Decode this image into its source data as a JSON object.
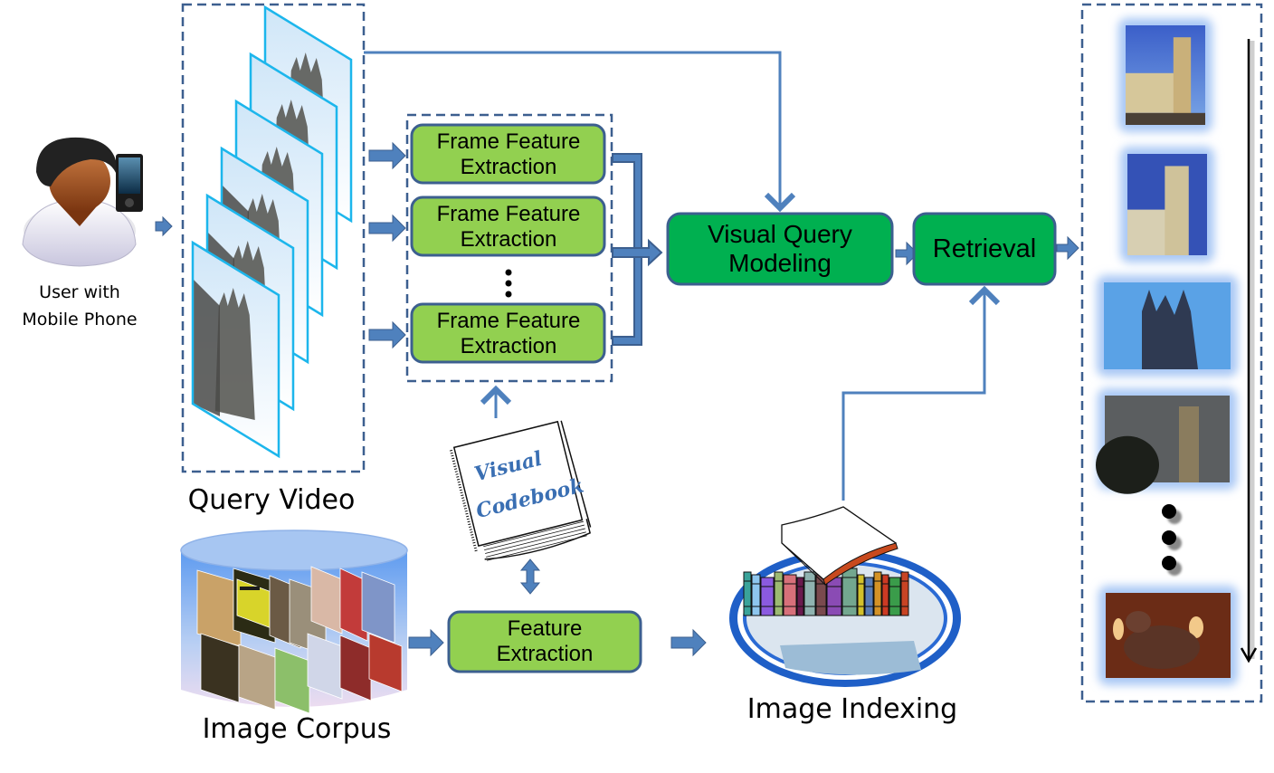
{
  "colors": {
    "box_light_green": "#92d050",
    "box_dark_green": "#00b050",
    "box_border": "#3c5f8f",
    "arrow_fill": "#4f81bd",
    "dashed_border": "#3c5f8f",
    "frame_border": "#1cb6ec",
    "glow": "#a9c8f5"
  },
  "user": {
    "label_line1": "User with",
    "label_line2": "Mobile Phone",
    "icon": "user-with-phone-icon"
  },
  "query_video": {
    "label": "Query Video",
    "frame_count": 6
  },
  "frame_feature_extraction": {
    "boxes": [
      {
        "line1": "Frame Feature",
        "line2": "Extraction"
      },
      {
        "line1": "Frame Feature",
        "line2": "Extraction"
      },
      {
        "line1": "Frame Feature",
        "line2": "Extraction"
      }
    ],
    "ellipsis": "⋮"
  },
  "visual_query_modeling": {
    "line1": "Visual Query",
    "line2": "Modeling"
  },
  "retrieval": {
    "label": "Retrieval"
  },
  "visual_codebook": {
    "line1": "Visual",
    "line2": "Codebook",
    "icon": "book-icon"
  },
  "feature_extraction": {
    "line1": "Feature",
    "line2": "Extraction"
  },
  "image_corpus": {
    "label": "Image Corpus",
    "icon": "database-cylinder-icon"
  },
  "image_indexing": {
    "label": "Image Indexing",
    "icon": "library-books-icon"
  },
  "results": {
    "items": [
      {
        "name": "result-1",
        "scene": "tower-courtyard"
      },
      {
        "name": "result-2",
        "scene": "tower-blue-sky"
      },
      {
        "name": "result-3",
        "scene": "tower-top-closeup"
      },
      {
        "name": "result-4",
        "scene": "tower-dusk"
      },
      {
        "name": "result-5",
        "scene": "bull-statue"
      }
    ],
    "ellipsis": "•"
  }
}
